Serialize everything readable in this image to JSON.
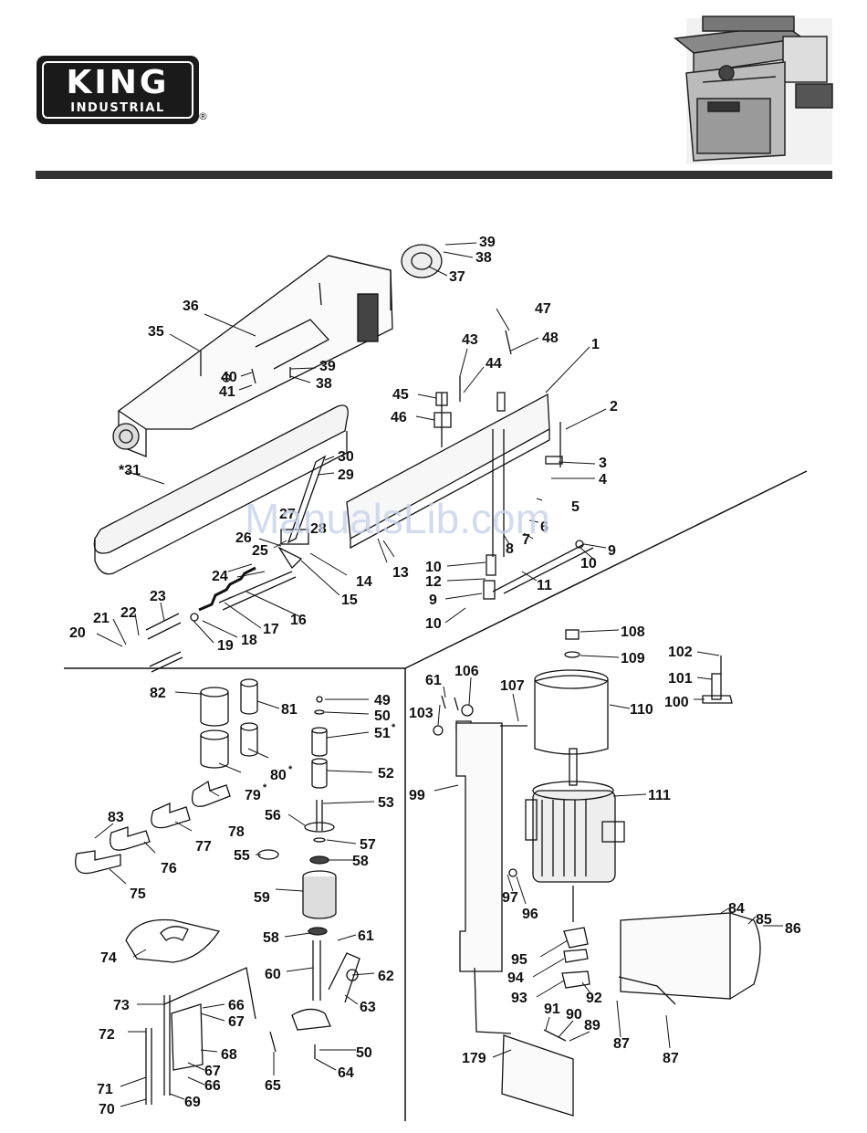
{
  "brand": {
    "name": "KING",
    "subtitle": "INDUSTRIAL",
    "registered_mark": "®",
    "color": "#1a1a1a"
  },
  "watermark": {
    "text": "ManualsLib.com",
    "color": "#c7d3ea"
  },
  "parts": {
    "upper": [
      "39",
      "38",
      "37",
      "36",
      "35",
      "40",
      "41",
      "39",
      "38",
      "30",
      "29",
      "*31",
      "27",
      "26",
      "28",
      "25",
      "24",
      "16",
      "17",
      "23",
      "22",
      "21",
      "20",
      "19",
      "18",
      "15",
      "14",
      "13",
      "47",
      "48",
      "43",
      "44",
      "45",
      "46",
      "1",
      "2",
      "3",
      "4",
      "5",
      "6",
      "7",
      "8",
      "9",
      "10",
      "10",
      "12",
      "9",
      "11",
      "10"
    ],
    "left_lower": [
      "82",
      "81",
      "49",
      "50",
      "51",
      "*",
      "52",
      "80",
      "*",
      "79",
      "*",
      "53",
      "78",
      "56",
      "57",
      "83",
      "77",
      "76",
      "55",
      "58",
      "75",
      "59",
      "74",
      "58",
      "61",
      "60",
      "62",
      "73",
      "66",
      "67",
      "63",
      "72",
      "50",
      "67",
      "68",
      "66",
      "71",
      "70",
      "69",
      "65",
      "64"
    ],
    "right_lower": [
      "108",
      "109",
      "102",
      "101",
      "100",
      "106",
      "61",
      "107",
      "103",
      "110",
      "99",
      "111",
      "97",
      "96",
      "84",
      "85",
      "86",
      "95",
      "94",
      "93",
      "92",
      "91",
      "90",
      "89",
      "87",
      "87",
      "179"
    ]
  }
}
